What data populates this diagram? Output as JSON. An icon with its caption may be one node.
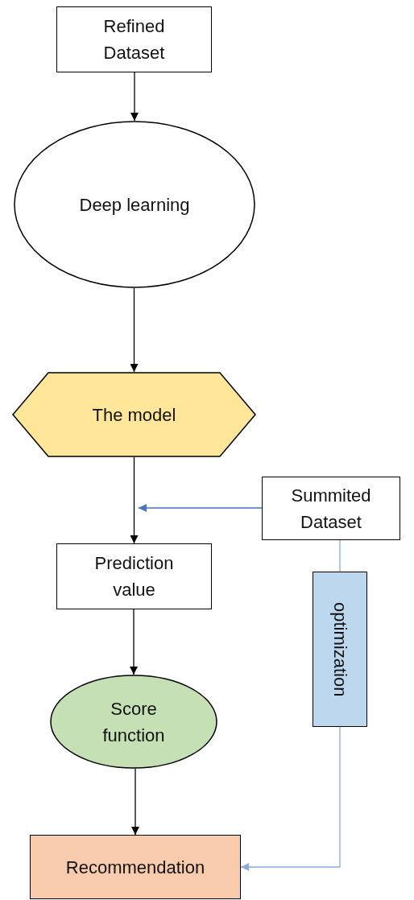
{
  "diagram": {
    "nodes": [
      {
        "text": [
          "Refined Dataset"
        ]
      },
      {
        "text": [
          "Deep learning"
        ]
      },
      {
        "text": [
          "The model"
        ]
      },
      {
        "text": [
          "Summited Dataset"
        ]
      },
      {
        "text": [
          "Prediction value"
        ]
      },
      {
        "text": [
          "Score function"
        ]
      },
      {
        "text": [
          "optimization"
        ]
      },
      {
        "text": [
          "Recommendation"
        ]
      }
    ],
    "edges": [
      {
        "from": 0,
        "to": 1,
        "arrow": "to"
      },
      {
        "from": 1,
        "to": 2,
        "arrow": "to"
      },
      {
        "from": 2,
        "to": 4,
        "arrow": "to"
      },
      {
        "from": 3,
        "to": null,
        "arrow": "to",
        "color": "#4472c4"
      },
      {
        "from": 4,
        "to": 5,
        "arrow": "to"
      },
      {
        "from": 5,
        "to": 7,
        "arrow": "to"
      },
      {
        "from": 3,
        "to": 6,
        "arrow": "none",
        "color": "#8faadc"
      },
      {
        "from": 6,
        "to": 7,
        "arrow": "to",
        "color": "#8faadc"
      }
    ]
  }
}
